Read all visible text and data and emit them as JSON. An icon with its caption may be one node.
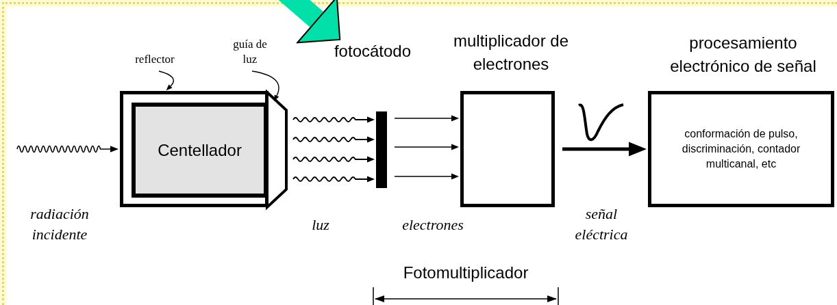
{
  "diagram": {
    "nodes": [
      {
        "text": [
          "reflector"
        ]
      },
      {
        "text": [
          "guía de luz"
        ]
      },
      {
        "text": [],
        "shape": "box"
      },
      {
        "text": [
          "Centellador"
        ],
        "in": 2
      },
      {
        "text": [],
        "shape": "trapezoid"
      },
      {
        "text": [
          "fotocátodo"
        ]
      },
      {
        "text": [],
        "shape": "bar"
      },
      {
        "text": [
          "multiplicador de electrones"
        ]
      },
      {
        "text": [
          "procesamiento electrónico de señal",
          "conformación de pulso, discriminación, contador multicanal, etc"
        ]
      }
    ],
    "edges": [
      {
        "from": null,
        "to": 2,
        "arrow": "to"
      },
      {
        "from": 0,
        "to": 2,
        "arrow": "to"
      },
      {
        "from": 1,
        "to": 4,
        "arrow": "to"
      },
      {
        "from": 4,
        "to": 6,
        "arrow": "to"
      },
      {
        "from": 4,
        "to": 6,
        "arrow": "to"
      },
      {
        "from": 4,
        "to": 6,
        "arrow": "to"
      },
      {
        "from": 4,
        "to": 6,
        "arrow": "to"
      },
      {
        "from": 6,
        "to": 7,
        "arrow": "to"
      },
      {
        "from": 6,
        "to": 7,
        "arrow": "to"
      },
      {
        "from": 6,
        "to": 7,
        "arrow": "to"
      },
      {
        "from": 7,
        "to": 8,
        "arrow": "to",
        "style": "thick"
      },
      {
        "from": null,
        "to": 5,
        "arrow": "to",
        "style": "thick",
        "color": "#00e0a8"
      }
    ],
    "labels": [
      "radiación incidente",
      "luz",
      "electrones",
      "señal eléctrica",
      "Fotomultiplicador"
    ]
  }
}
